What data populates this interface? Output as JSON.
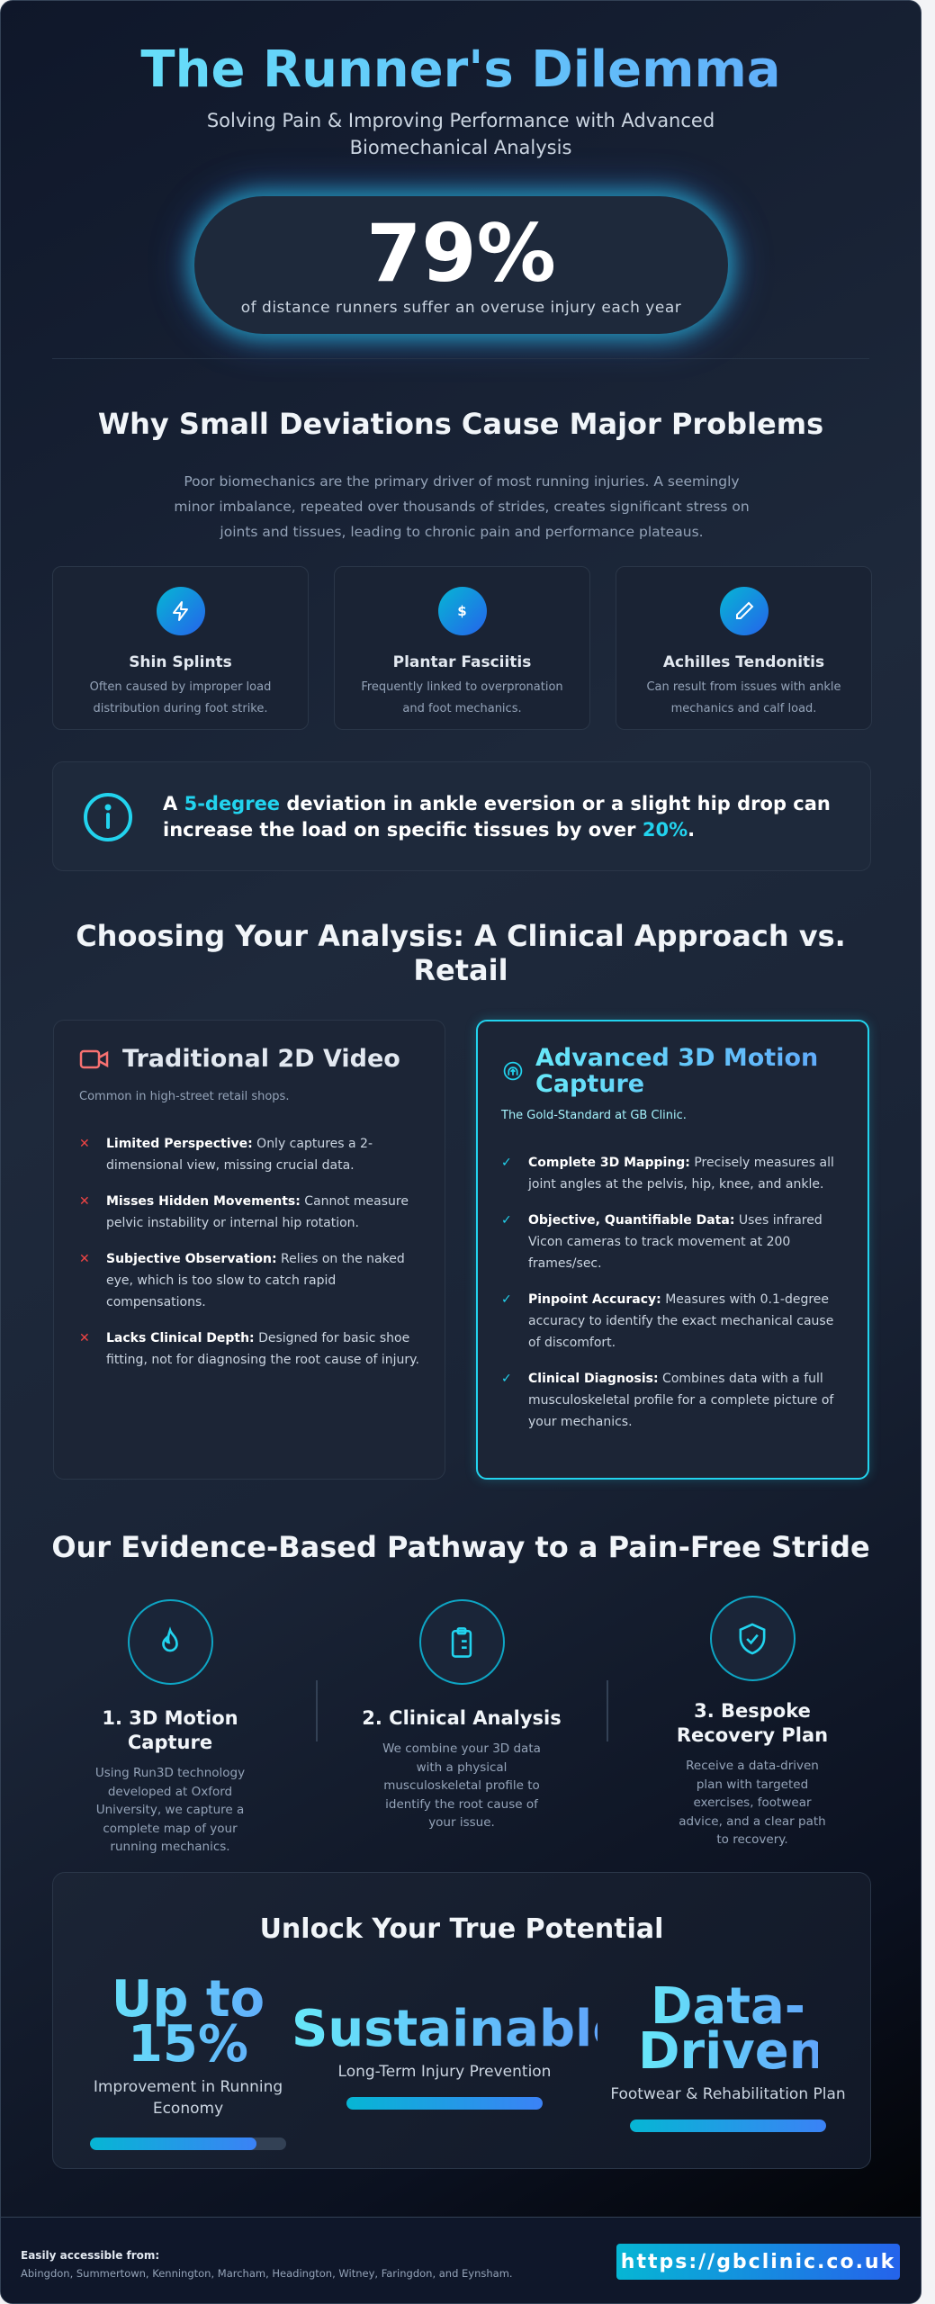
{
  "header": {
    "title": "The Runner's Dilemma",
    "subtitle": "Solving Pain & Improving Performance with Advanced Biomechanical Analysis"
  },
  "hero_stat": {
    "value": "79%",
    "caption": "of distance runners suffer an overuse injury each year"
  },
  "problems": {
    "title": "Why Small Deviations Cause Major Problems",
    "intro": "Poor biomechanics are the primary driver of most running injuries. A seemingly minor imbalance, repeated over thousands of strides, creates significant stress on joints and tissues, leading to chronic pain and performance plateaus.",
    "cards": [
      {
        "icon": "lightning-icon",
        "title": "Shin Splints",
        "desc": "Often caused by improper load distribution during foot strike."
      },
      {
        "icon": "dollar-icon",
        "title": "Plantar Fasciitis",
        "desc": "Frequently linked to overpronation and foot mechanics."
      },
      {
        "icon": "pencil-icon",
        "title": "Achilles Tendonitis",
        "desc": "Can result from issues with ankle mechanics and calf load."
      }
    ],
    "callout": {
      "icon": "info-icon",
      "pre": "A ",
      "hl1": "5-degree",
      "mid": " deviation in ankle eversion or a slight hip drop can increase the load on specific tissues by over ",
      "hl2": "20%",
      "post": "."
    }
  },
  "comparison": {
    "title": "Choosing Your Analysis: A Clinical Approach vs. Retail",
    "traditional": {
      "icon": "video-camera-icon",
      "title": "Traditional 2D Video",
      "subtitle": "Common in high-street retail shops.",
      "mark": "✕",
      "items": [
        {
          "bold": "Limited Perspective:",
          "text": " Only captures a 2-dimensional view, missing crucial data."
        },
        {
          "bold": "Misses Hidden Movements:",
          "text": " Cannot measure pelvic instability or internal hip rotation."
        },
        {
          "bold": "Subjective Observation:",
          "text": " Relies on the naked eye, which is too slow to catch rapid compensations."
        },
        {
          "bold": "Lacks Clinical Depth:",
          "text": " Designed for basic shoe fitting, not for diagnosing the root cause of injury."
        }
      ]
    },
    "advanced": {
      "icon": "fingerprint-icon",
      "title": "Advanced 3D Motion Capture",
      "subtitle": "The Gold-Standard at GB Clinic.",
      "mark": "✓",
      "items": [
        {
          "bold": "Complete 3D Mapping:",
          "text": " Precisely measures all joint angles at the pelvis, hip, knee, and ankle."
        },
        {
          "bold": "Objective, Quantifiable Data:",
          "text": " Uses infrared Vicon cameras to track movement at 200 frames/sec."
        },
        {
          "bold": "Pinpoint Accuracy:",
          "text": " Measures with 0.1-degree accuracy to identify the exact mechanical cause of discomfort."
        },
        {
          "bold": "Clinical Diagnosis:",
          "text": " Combines data with a full musculoskeletal profile for a complete picture of your mechanics."
        }
      ]
    }
  },
  "pathway": {
    "title": "Our Evidence-Based Pathway to a Pain-Free Stride",
    "steps": [
      {
        "icon": "flame-icon",
        "title": "1. 3D Motion Capture",
        "desc": "Using Run3D technology developed at Oxford University, we capture a complete map of your running mechanics."
      },
      {
        "icon": "clipboard-icon",
        "title": "2. Clinical Analysis",
        "desc": "We combine your 3D data with a physical musculoskeletal profile to identify the root cause of your issue."
      },
      {
        "icon": "shield-check-icon",
        "title": "3. Bespoke Recovery Plan",
        "desc": "Receive a data-driven plan with targeted exercises, footwear advice, and a clear path to recovery."
      }
    ]
  },
  "results": {
    "title": "Unlock Your True Potential",
    "stats": [
      {
        "value": "Up to 15%",
        "label": "Improvement in Running Economy",
        "progress": 0.85
      },
      {
        "value": "Sustainable",
        "label": "Long-Term Injury Prevention",
        "progress": 1
      },
      {
        "value": "Data-Driven",
        "label": "Footwear & Rehabilitation Plan",
        "progress": 1
      }
    ]
  },
  "footer": {
    "heading": "Easily accessible from:",
    "locations": "Abingdon, Summertown, Kennington, Marcham, Headington, Witney, Faringdon, and Eynsham.",
    "cta": "https://gbclinic.co.uk"
  },
  "colors": {
    "accent": "#22d3ee",
    "blue": "#3b82f6",
    "cross": "#ef4444",
    "bg": "#0f172a"
  }
}
